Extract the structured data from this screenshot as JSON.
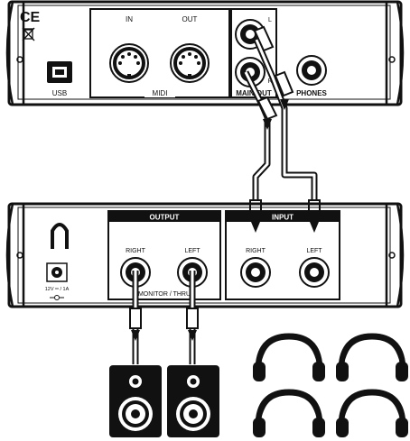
{
  "top_device": {
    "ce_mark": "CE",
    "usb_label": "USB",
    "midi": {
      "in_label": "IN",
      "out_label": "OUT",
      "title": "MIDI"
    },
    "main_out_label": "MAIN OUT",
    "main_out_left_tag": "L",
    "main_out_right_tag": "R",
    "phones_label": "PHONES"
  },
  "bottom_device": {
    "output_header": "OUTPUT",
    "input_header": "INPUT",
    "output_right_label": "RIGHT",
    "output_left_label": "LEFT",
    "input_right_label": "RIGHT",
    "input_left_label": "LEFT",
    "monitor_thru_label": "MONITOR / THRU",
    "power_label": "12V ═ / 1A"
  },
  "colors": {
    "ink": "#111111",
    "panel": "#ffffff",
    "speaker": "#111111"
  }
}
